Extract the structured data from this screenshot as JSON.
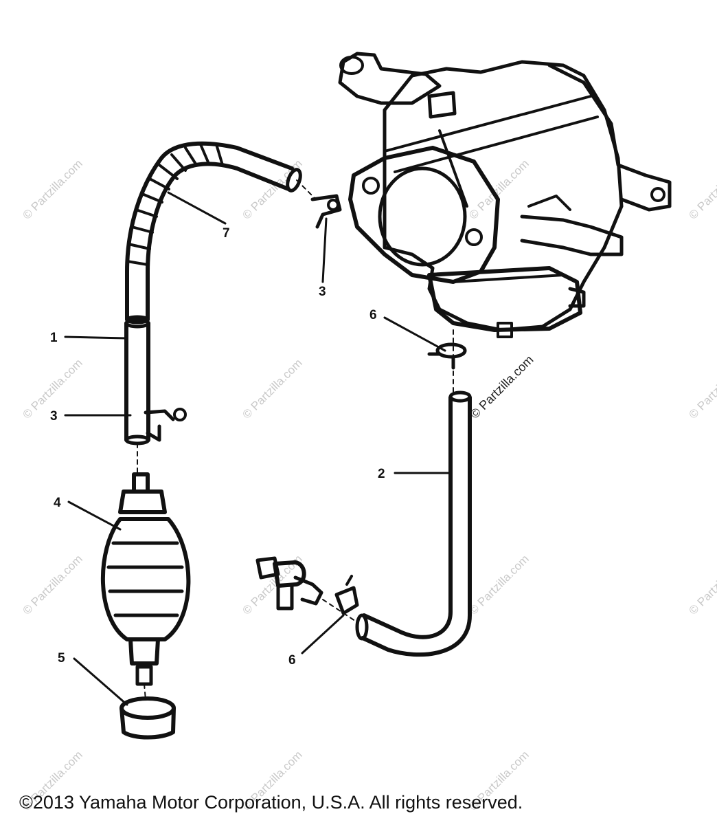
{
  "diagram": {
    "callouts": {
      "c1": "1",
      "c2": "2",
      "c3a": "3",
      "c3b": "3",
      "c4": "4",
      "c5": "5",
      "c6a": "6",
      "c6b": "6",
      "c7": "7"
    },
    "watermark": "© Partzilla.com",
    "watermark_center": "© Partzilla.com"
  },
  "footer": {
    "copyright": "©2013  Yamaha Motor Corporation, U.S.A. All rights reserved."
  }
}
